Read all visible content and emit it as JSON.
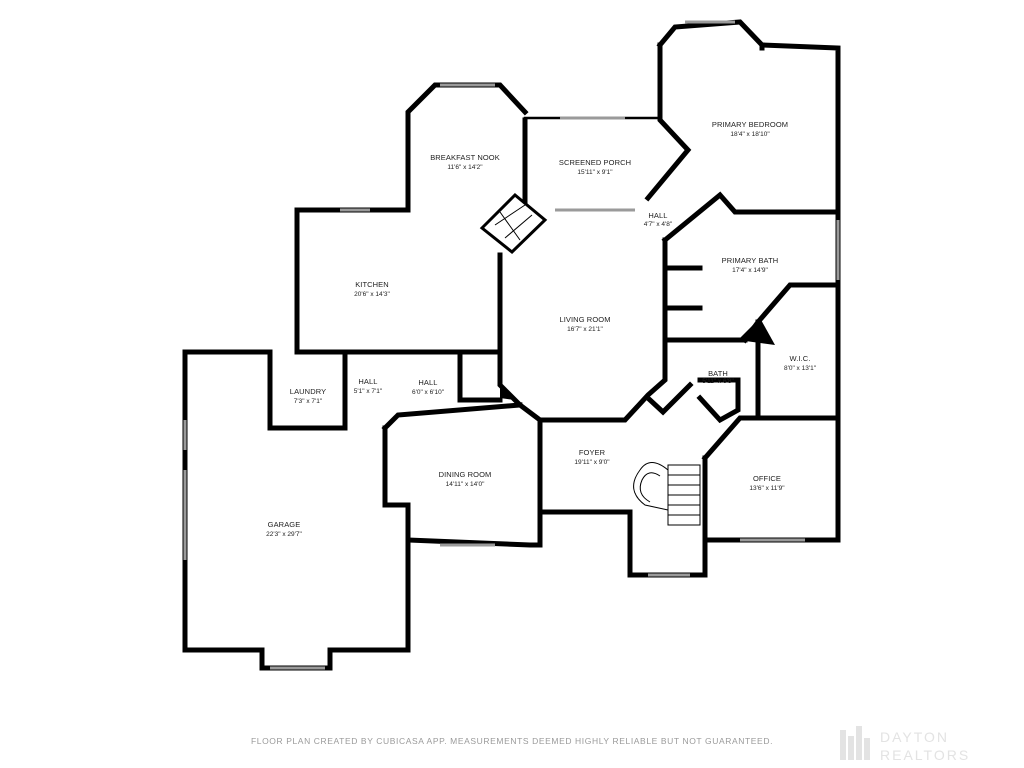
{
  "rooms": [
    {
      "id": "primary-bedroom",
      "name": "PRIMARY BEDROOM",
      "dims": "18'4\" x 18'10\""
    },
    {
      "id": "breakfast-nook",
      "name": "BREAKFAST NOOK",
      "dims": "11'6\" x 14'2\""
    },
    {
      "id": "screened-porch",
      "name": "SCREENED PORCH",
      "dims": "15'11\" x 9'1\""
    },
    {
      "id": "hall-small",
      "name": "HALL",
      "dims": "4'7\" x 4'8\""
    },
    {
      "id": "primary-bath",
      "name": "PRIMARY BATH",
      "dims": "17'4\" x 14'9\""
    },
    {
      "id": "kitchen",
      "name": "KITCHEN",
      "dims": "20'6\" x 14'3\""
    },
    {
      "id": "living-room",
      "name": "LIVING ROOM",
      "dims": "16'7\" x 21'1\""
    },
    {
      "id": "wic",
      "name": "W.I.C.",
      "dims": "8'0\" x 13'1\""
    },
    {
      "id": "laundry",
      "name": "LAUNDRY",
      "dims": "7'3\" x 7'1\""
    },
    {
      "id": "hall-a",
      "name": "HALL",
      "dims": "5'1\" x 7'1\""
    },
    {
      "id": "hall-b",
      "name": "HALL",
      "dims": "6'0\" x 6'10\""
    },
    {
      "id": "bath",
      "name": "BATH",
      "dims": "5'11\" x 6'8\""
    },
    {
      "id": "foyer",
      "name": "FOYER",
      "dims": "19'11\" x 9'0\""
    },
    {
      "id": "dining-room",
      "name": "DINING ROOM",
      "dims": "14'11\" x 14'0\""
    },
    {
      "id": "office",
      "name": "OFFICE",
      "dims": "13'6\" x 11'9\""
    },
    {
      "id": "garage",
      "name": "GARAGE",
      "dims": "22'3\" x 29'7\""
    }
  ],
  "footer": {
    "disclaimer": "FLOOR PLAN CREATED BY CUBICASA APP. MEASUREMENTS DEEMED HIGHLY RELIABLE BUT NOT GUARANTEED.",
    "logo_line1": "DAYTON",
    "logo_line2": "REALTORS"
  },
  "colors": {
    "wall": "#000000",
    "window": "#9a9a9a",
    "text": "#222222",
    "watermark": "#e3e3e3"
  }
}
